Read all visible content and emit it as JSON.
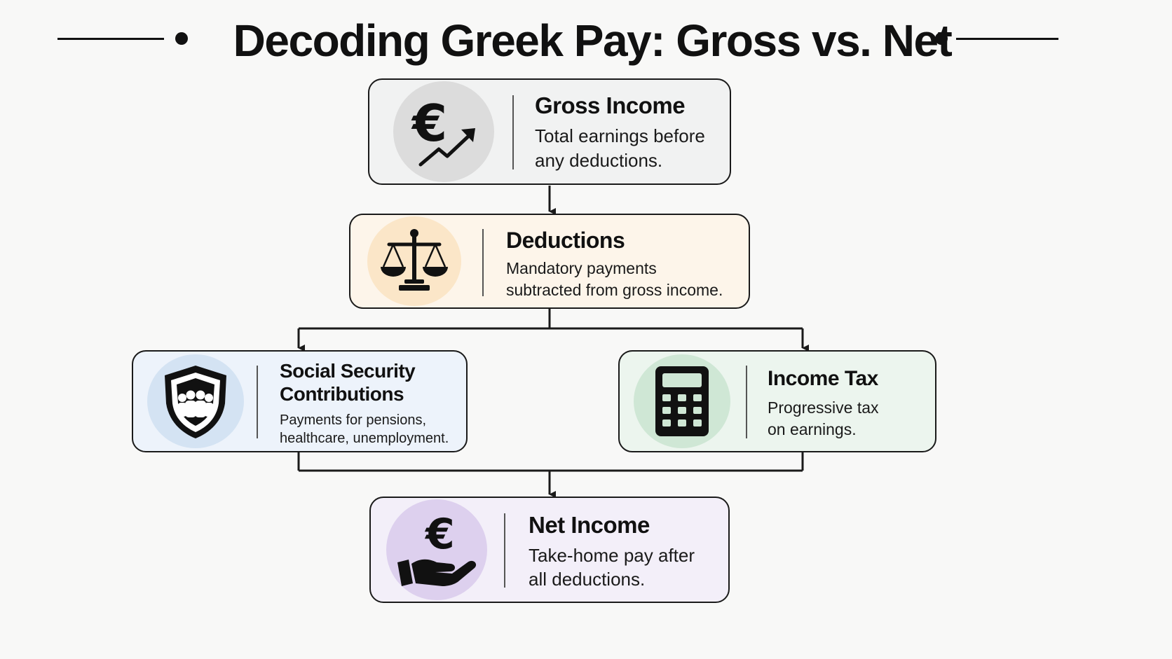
{
  "title": "Decoding Greek Pay: Gross vs. Net",
  "colors": {
    "gross_bg": "#f1f2f2",
    "gross_icon_bg": "#dcdcdc",
    "deductions_bg": "#fdf5ea",
    "deductions_icon_bg": "#fbe6c8",
    "social_bg": "#edf3fb",
    "social_icon_bg": "#d4e3f3",
    "tax_bg": "#ecf5ee",
    "tax_icon_bg": "#cfe7d5",
    "net_bg": "#f3eff9",
    "net_icon_bg": "#ddd0ee",
    "stroke": "#1a1a1a"
  },
  "nodes": {
    "gross": {
      "title": "Gross Income",
      "desc_line1": "Total earnings before",
      "desc_line2": "any deductions.",
      "icon": "euro-growth-icon"
    },
    "deductions": {
      "title": "Deductions",
      "desc_line1": "Mandatory payments",
      "desc_line2": "subtracted from gross income.",
      "icon": "scales-icon"
    },
    "social": {
      "title_line1": "Social Security",
      "title_line2": "Contributions",
      "desc_line1": "Payments for pensions,",
      "desc_line2": "healthcare, unemployment.",
      "icon": "shield-people-icon"
    },
    "tax": {
      "title": "Income Tax",
      "desc_line1": "Progressive tax",
      "desc_line2": "on earnings.",
      "icon": "calculator-icon"
    },
    "net": {
      "title": "Net Income",
      "desc_line1": "Take-home pay after",
      "desc_line2": "all deductions.",
      "icon": "euro-hand-icon"
    }
  }
}
